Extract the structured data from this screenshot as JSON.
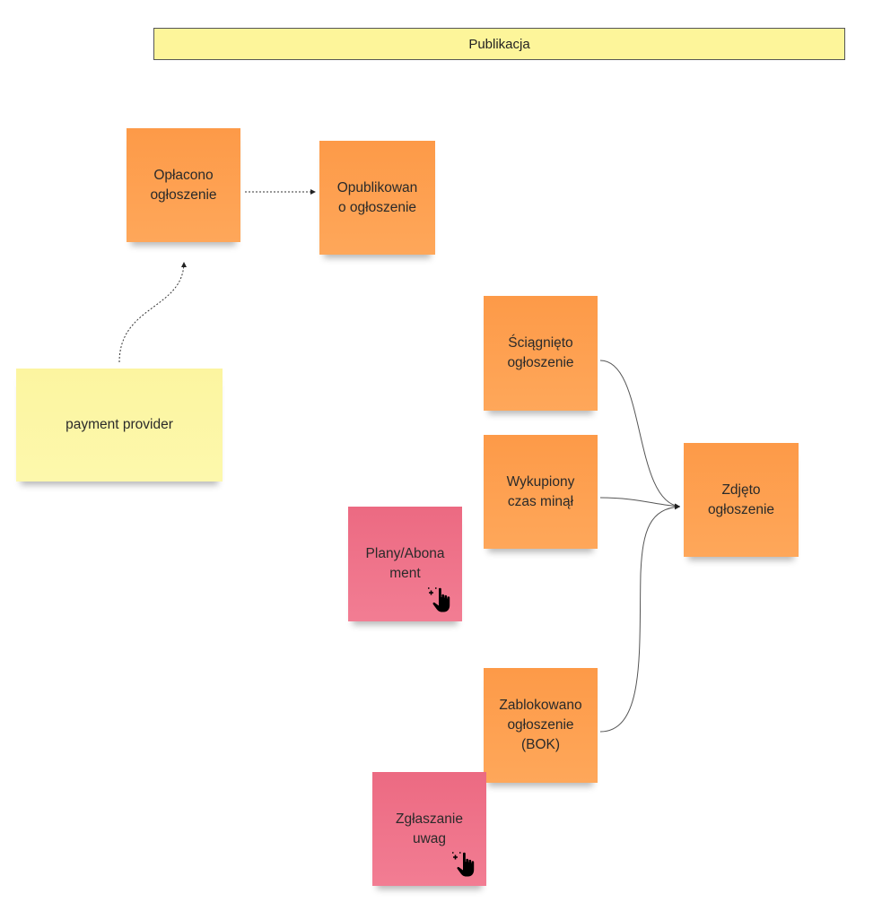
{
  "header": {
    "title": "Publikacja"
  },
  "notes": {
    "oplacono": "Opłacono\nogłoszenie",
    "opublikowano": "Opublikowan\no ogłoszenie",
    "payment_provider": "payment provider",
    "sciagnieto": "Ściągnięto\nogłoszenie",
    "wykupiony": "Wykupiony\nczas minął",
    "zdjeto": "Zdjęto\nogłoszenie",
    "plany": "Plany/Abona\nment",
    "zablokowano": "Zablokowano\nogłoszenie\n(BOK)",
    "zglaszanie": "Zgłaszanie\nuwag"
  },
  "icons": {
    "plany_link": "hand-pointer-icon",
    "zglaszanie_link": "hand-pointer-icon"
  },
  "colors": {
    "event": "#fd9a48",
    "external_system": "#fcf5a0",
    "hotspot": "#ec6a82",
    "header_bar": "#fdf59a"
  }
}
